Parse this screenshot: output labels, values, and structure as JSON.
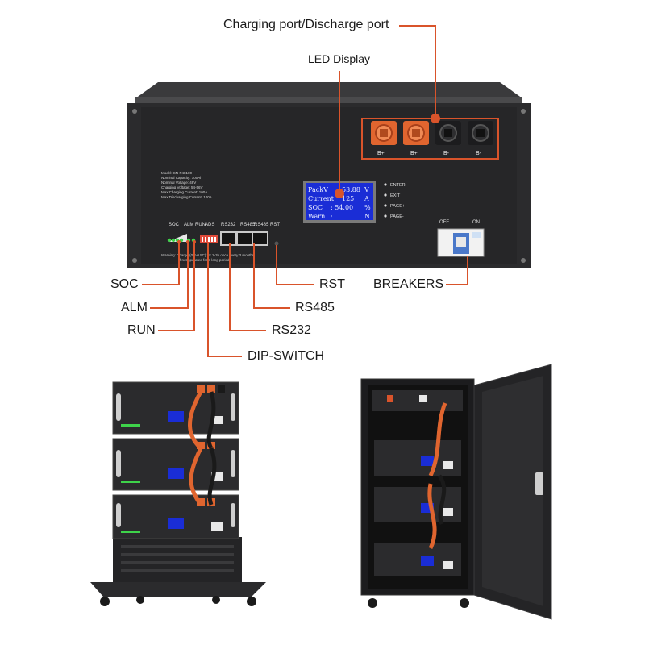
{
  "colors": {
    "accent": "#d9542b",
    "panel": "#2b2b2d",
    "lcd": "#1a2dd6",
    "port": "#e0652f"
  },
  "callouts": {
    "charging_port": "Charging port/Discharge port",
    "led_display": "LED Display",
    "soc": "SOC",
    "alm": "ALM",
    "run": "RUN",
    "rst": "RST",
    "rs485": "RS485",
    "rs232": "RS232",
    "dip_switch": "DIP-SWITCH",
    "breakers": "BREAKERS"
  },
  "panel": {
    "ports": [
      "B+",
      "B+",
      "B-",
      "B-"
    ],
    "indicator_labels": [
      "SOC",
      "ALM RUN",
      "ADS"
    ],
    "comm_labels": [
      "RS232",
      "RS485",
      "RS485",
      "RST"
    ],
    "lcd_rows": [
      [
        "PackV",
        "53.88",
        "V"
      ],
      [
        "Current",
        "125",
        "A"
      ],
      [
        "SOC",
        ": 54.00",
        "%"
      ],
      [
        "Warn",
        ":",
        "N"
      ]
    ],
    "buttons": [
      "ENTER",
      "EXIT",
      "PAGE+",
      "PAGE-"
    ],
    "breaker_labels": [
      "OFF",
      "ON"
    ],
    "spec_lines": [
      "Model: SN-P48100",
      "Nominal Capacity: 100Ah",
      "Nominal Voltage: 48V",
      "Charging Voltage: 54-56V",
      "Max Charging Current: 100A",
      "Max Discharging Current: 100A"
    ],
    "warning_text": "Warning: Charge (0.2-0.5C) for 2-3h once every 3 months",
    "warning_text2": "if not operated for a long period"
  }
}
